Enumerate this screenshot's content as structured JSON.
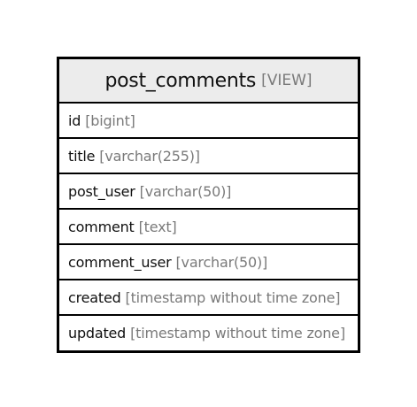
{
  "entity": {
    "name": "post_comments",
    "kind": "[VIEW]",
    "fields": [
      {
        "name": "id",
        "type": "[bigint]"
      },
      {
        "name": "title",
        "type": "[varchar(255)]"
      },
      {
        "name": "post_user",
        "type": "[varchar(50)]"
      },
      {
        "name": "comment",
        "type": "[text]"
      },
      {
        "name": "comment_user",
        "type": "[varchar(50)]"
      },
      {
        "name": "created",
        "type": "[timestamp without time zone]"
      },
      {
        "name": "updated",
        "type": "[timestamp without time zone]"
      }
    ]
  },
  "colors": {
    "header_bg": "#ececec",
    "border": "#000000",
    "name_text": "#111111",
    "type_text": "#7a7a7a"
  }
}
